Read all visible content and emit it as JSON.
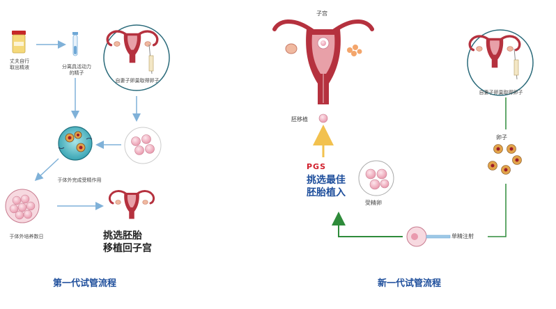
{
  "left": {
    "husband_label_1": "丈夫自行",
    "husband_label_2": "取出精液",
    "separate_label_1": "分离具活动力",
    "separate_label_2": "的精子",
    "egg_retrieval_label": "自妻子卵巢取得卵子",
    "fertilization_label": "于体外完成受精作用",
    "culture_label": "于体外培养数日",
    "select_line_1": "挑选胚胎",
    "select_line_2": "移植回子宫",
    "title": "第一代试管流程"
  },
  "right": {
    "uterus_label": "子宫",
    "embryo_transfer_label": "胚移植",
    "pgs_label": "PGS",
    "select_line_1": "挑选最佳",
    "select_line_2": "胚胎植入",
    "fertilized_egg_label": "受精卵",
    "egg_retrieval_label": "自妻子卵巢取得卵子",
    "egg_label": "卵子",
    "icsi_label": "单精注射",
    "title": "新一代试管流程"
  },
  "colors": {
    "uterus": "#b5313e",
    "arrow_blue": "#7fb1d8",
    "arrow_yellow": "#f2c14e",
    "arrow_green": "#2e8b3a",
    "title_blue": "#1f4f9c",
    "pgs_red": "#d11f2c"
  }
}
